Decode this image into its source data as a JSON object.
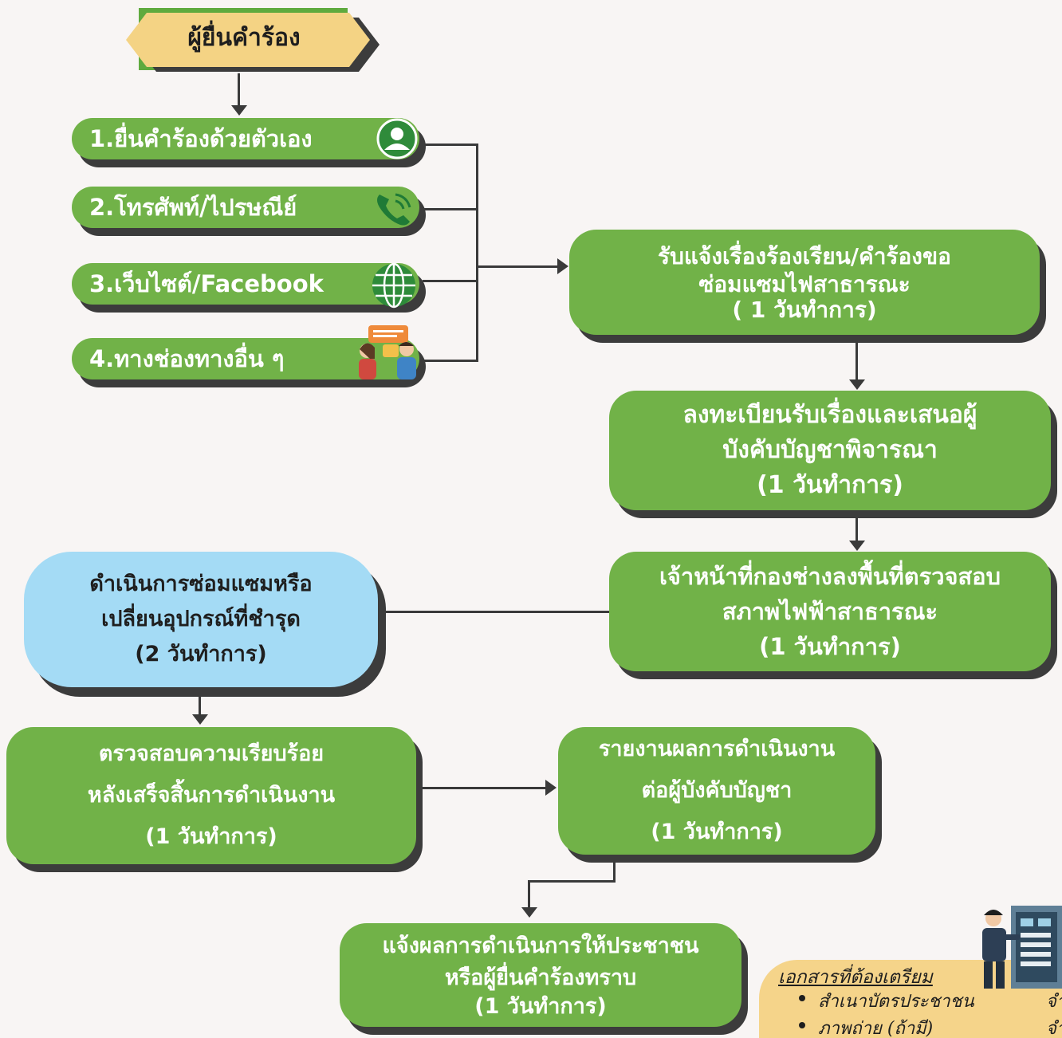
{
  "header": {
    "label": "ผู้ยื่นคำร้อง"
  },
  "channels": [
    {
      "label": "1.ยื่นคำร้องด้วยตัวเอง",
      "icon": "person-icon"
    },
    {
      "label": "2.โทรศัพท์/ไปรษณีย์",
      "icon": "phone-icon"
    },
    {
      "label": "3.เว็บไซต์/Facebook",
      "icon": "globe-icon"
    },
    {
      "label": "4.ทางช่องทางอื่น ๆ",
      "icon": "chat-people-icon"
    }
  ],
  "steps": {
    "receive": {
      "line1": "รับแจ้งเรื่องร้องเรียน/คำร้องขอ",
      "line2": "ซ่อมแซมไฟสาธารณะ",
      "line3": "( 1 วันทำการ)"
    },
    "register": {
      "line1": "ลงทะเบียนรับเรื่องและเสนอผู้",
      "line2": "บังคับบัญชาพิจารณา",
      "line3": "(1 วันทำการ)"
    },
    "inspect": {
      "line1": "เจ้าหน้าที่กองช่างลงพื้นที่ตรวจสอบ",
      "line2": "สภาพไฟฟ้าสาธารณะ",
      "line3": "(1 วันทำการ)"
    },
    "repair": {
      "line1": "ดำเนินการซ่อมแซมหรือ",
      "line2": "เปลี่ยนอุปกรณ์ที่ชำรุด",
      "line3": "(2 วันทำการ)"
    },
    "verify": {
      "line1": "ตรวจสอบความเรียบร้อย",
      "line2": "หลังเสร็จสิ้นการดำเนินงาน",
      "line3": "(1 วันทำการ)"
    },
    "report": {
      "line1": "รายงานผลการดำเนินงาน",
      "line2": "ต่อผู้บังคับบัญชา",
      "line3": "(1 วันทำการ)"
    },
    "notify": {
      "line1": "แจ้งผลการดำเนินการให้ประชาชน",
      "line2": "หรือผู้ยื่นคำร้องทราบ",
      "line3": "(1 วันทำการ)"
    }
  },
  "documents": {
    "title": "เอกสารที่ต้องเตรียม",
    "items": [
      "สำเนาบัตรประชาชน",
      "ภาพถ่าย (ถ้ามี)"
    ],
    "cut_text": [
      "จำ",
      "จำ"
    ]
  }
}
